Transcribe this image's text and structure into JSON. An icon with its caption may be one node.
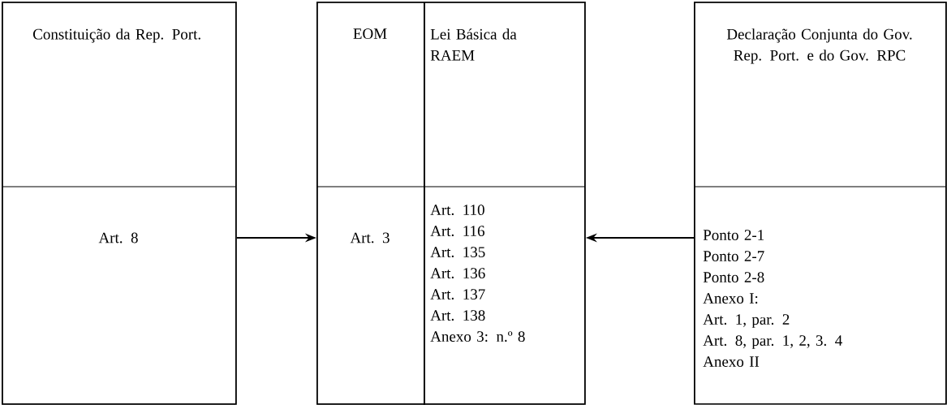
{
  "diagram": {
    "nodes": [
      {
        "text": [
          "Constituição da Rep. Port.",
          "Art. 8"
        ]
      },
      {
        "text": [
          "EOM",
          "Art. 3"
        ]
      },
      {
        "text": [
          "Lei Básica da RAEM",
          "Art. 110",
          "Art. 116",
          "Art. 135",
          "Art. 136",
          "Art. 137",
          "Art. 138",
          "Anexo 3: n.º 8"
        ]
      },
      {
        "text": [
          "Declaração Conjunta do Gov. Rep. Port. e do Gov. RPC",
          "Ponto 2-1",
          "Ponto 2-7",
          "Ponto 2-8",
          "Anexo I:",
          "Art. 1, par. 2",
          "Art. 8, par. 1, 2, 3. 4",
          "Anexo II"
        ]
      }
    ],
    "edges": [
      {
        "from": 0,
        "to": 1,
        "arrow": "to"
      },
      {
        "from": 3,
        "to": 2,
        "arrow": "to"
      }
    ]
  }
}
